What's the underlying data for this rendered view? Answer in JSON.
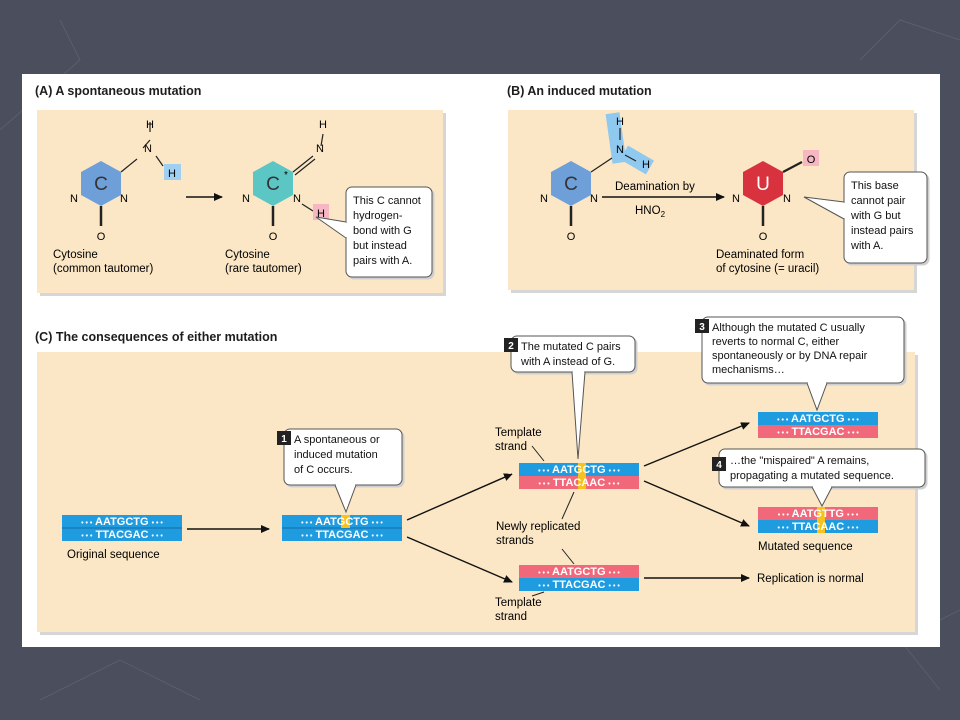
{
  "panels": {
    "a_title": "(A) A spontaneous mutation",
    "b_title": "(B) An induced mutation",
    "c_title": "(C) The consequences of either mutation"
  },
  "panel_a": {
    "cytosine_label_1": "Cytosine",
    "cytosine_label_2": "(common tautomer)",
    "rare_label_1": "Cytosine",
    "rare_label_2": "(rare tautomer)",
    "base_c": "C",
    "base_cstar": "C",
    "star": "*",
    "callout": [
      "This C cannot",
      "hydrogen-",
      "bond with G",
      "but instead",
      "pairs with A."
    ]
  },
  "panel_b": {
    "base_c": "C",
    "base_u": "U",
    "arrow_label": "Deamination by",
    "reagent": "HNO",
    "reagent_sub": "2",
    "product_label_1": "Deaminated form",
    "product_label_2": "of cytosine (= uracil)",
    "callout": [
      "This base",
      "cannot pair",
      "with G but",
      "instead pairs",
      "with A."
    ]
  },
  "atoms": {
    "H": "H",
    "N": "N",
    "O": "O"
  },
  "panel_c": {
    "original_label": "Original sequence",
    "mutated_label": "Mutated sequence",
    "replication_normal": "Replication is normal",
    "template_strand_1": "Template",
    "template_strand_2": "strand",
    "newly_1": "Newly replicated",
    "newly_2": "strands",
    "step1_num": "1",
    "step1": [
      "A spontaneous or",
      "induced mutation",
      "of C occurs."
    ],
    "step2_num": "2",
    "step2": [
      "The mutated C pairs",
      "with A instead of G."
    ],
    "step3_num": "3",
    "step3": [
      "Although the mutated C usually",
      "reverts to normal C, either",
      "spontaneously or by DNA repair",
      "mechanisms…"
    ],
    "step4_num": "4",
    "step4": [
      "…the \"mispaired\" A remains,",
      "propagating a mutated sequence."
    ],
    "seq_top": "AATGCTG",
    "seq_bottom": "TTACGAC",
    "seq_bottom_mut": "TTACAAC",
    "seq_top_mut": "AATGTTG",
    "dots": "• • •"
  },
  "colors": {
    "panel_bg": "#fbe7c5",
    "blue_strand": "#1f9be0",
    "pink_strand": "#f0687a",
    "highlight": "#f7c21c",
    "cytosine": "#6f9fd8",
    "rare_tautomer": "#5cc6c4",
    "uracil": "#d9323f"
  }
}
